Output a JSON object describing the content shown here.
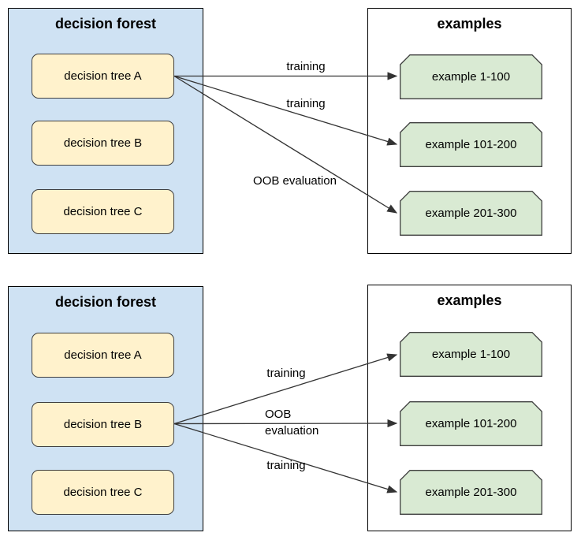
{
  "colors": {
    "forest_fill": "#cfe2f3",
    "forest_border": "#000000",
    "tree_fill": "#fff2cc",
    "tree_border": "#3f3f3f",
    "examples_fill": "#ffffff",
    "examples_border": "#000000",
    "example_fill": "#d9ead3",
    "example_border": "#3f3f3f",
    "arrow_color": "#333333",
    "text_color": "#000000"
  },
  "diagrams": [
    {
      "forest": {
        "title": "decision forest",
        "trees": [
          "decision tree A",
          "decision tree B",
          "decision tree C"
        ]
      },
      "examples": {
        "title": "examples",
        "items": [
          "example 1-100",
          "example 101-200",
          "example 201-300"
        ]
      },
      "arrows": [
        {
          "from": "decision tree A",
          "to": "example 1-100",
          "label": "training"
        },
        {
          "from": "decision tree A",
          "to": "example 101-200",
          "label": "training"
        },
        {
          "from": "decision tree A",
          "to": "example 201-300",
          "label": "OOB evaluation"
        }
      ]
    },
    {
      "forest": {
        "title": "decision forest",
        "trees": [
          "decision tree A",
          "decision tree B",
          "decision tree C"
        ]
      },
      "examples": {
        "title": "examples",
        "items": [
          "example 1-100",
          "example 101-200",
          "example 201-300"
        ]
      },
      "arrows": [
        {
          "from": "decision tree B",
          "to": "example 1-100",
          "label": "training"
        },
        {
          "from": "decision tree B",
          "to": "example 101-200",
          "label": "OOB evaluation"
        },
        {
          "from": "decision tree B",
          "to": "example 201-300",
          "label": "training"
        }
      ]
    }
  ]
}
